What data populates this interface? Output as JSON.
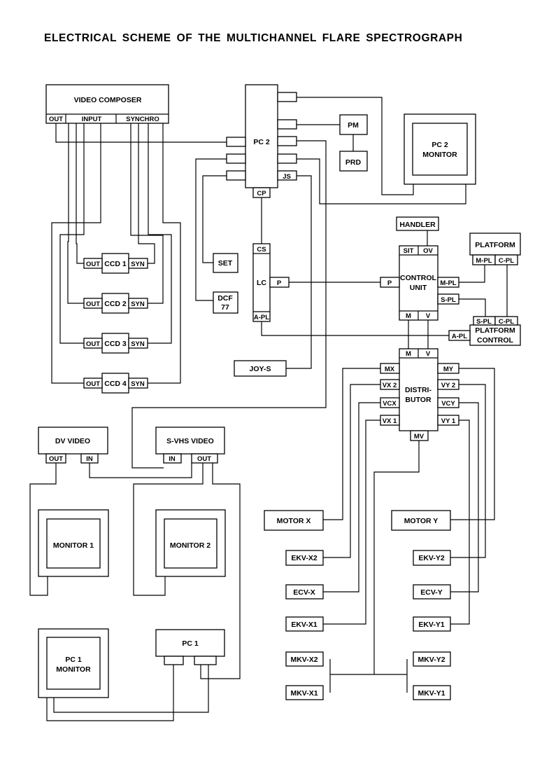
{
  "title": "ELECTRICAL  SCHEME  OF THE  MULTICHANNEL  FLARE  SPECTROGRAPH",
  "units": {
    "video_composer": {
      "name": "VIDEO COMPOSER",
      "out": "OUT",
      "input": "INPUT",
      "synchro": "SYNCHRO"
    },
    "pc2": {
      "name": "PC 2",
      "cp": "CP",
      "js": "JS"
    },
    "pm": {
      "name": "PM"
    },
    "prd": {
      "name": "PRD"
    },
    "pc2_monitor": {
      "line1": "PC 2",
      "line2": "MONITOR"
    },
    "ccd1": {
      "name": "CCD 1",
      "out": "OUT",
      "syn": "SYN"
    },
    "ccd2": {
      "name": "CCD 2",
      "out": "OUT",
      "syn": "SYN"
    },
    "ccd3": {
      "name": "CCD 3",
      "out": "OUT",
      "syn": "SYN"
    },
    "ccd4": {
      "name": "CCD 4",
      "out": "OUT",
      "syn": "SYN"
    },
    "lc": {
      "name": "LC",
      "cs": "CS",
      "p": "P",
      "apl": "A-PL"
    },
    "set": {
      "name": "SET"
    },
    "dcf": {
      "line1": "DCF",
      "line2": "77"
    },
    "joys": {
      "name": "JOY-S"
    },
    "handler": {
      "name": "HANDLER"
    },
    "control_unit": {
      "line1": "CONTROL",
      "line2": "UNIT",
      "sit": "SIT",
      "ov": "OV",
      "p": "P",
      "mpl": "M-PL",
      "spl": "S-PL",
      "m": "M",
      "v": "V"
    },
    "platform": {
      "name": "PLATFORM",
      "mpl": "M-PL",
      "cpl": "C-PL"
    },
    "platform_control": {
      "line1": "PLATFORM",
      "line2": "CONTROL",
      "apl": "A-PL",
      "spl": "S-PL",
      "cpl": "C-PL"
    },
    "distributor": {
      "line1": "DISTRI-",
      "line2": "BUTOR",
      "m": "M",
      "v": "V",
      "mx": "MX",
      "vx2": "VX 2",
      "vcx": "VCX",
      "vx1": "VX 1",
      "my": "MY",
      "vy2": "VY 2",
      "vcy": "VCY",
      "vy1": "VY 1",
      "mv": "MV"
    },
    "dv_video": {
      "name": "DV VIDEO",
      "out": "OUT",
      "in": "IN"
    },
    "svhs_video": {
      "name": "S-VHS VIDEO",
      "in": "IN",
      "out": "OUT"
    },
    "monitor1": {
      "name": "MONITOR 1"
    },
    "monitor2": {
      "name": "MONITOR 2"
    },
    "pc1": {
      "name": "PC 1"
    },
    "pc1_monitor": {
      "line1": "PC 1",
      "line2": "MONITOR"
    },
    "motor_x": {
      "name": "MOTOR X"
    },
    "motor_y": {
      "name": "MOTOR Y"
    },
    "ekv_x2": {
      "name": "EKV-X2"
    },
    "ecv_x": {
      "name": "ECV-X"
    },
    "ekv_x1": {
      "name": "EKV-X1"
    },
    "mkv_x2": {
      "name": "MKV-X2"
    },
    "mkv_x1": {
      "name": "MKV-X1"
    },
    "ekv_y2": {
      "name": "EKV-Y2"
    },
    "ecv_y": {
      "name": "ECV-Y"
    },
    "ekv_y1": {
      "name": "EKV-Y1"
    },
    "mkv_y2": {
      "name": "MKV-Y2"
    },
    "mkv_y1": {
      "name": "MKV-Y1"
    }
  }
}
